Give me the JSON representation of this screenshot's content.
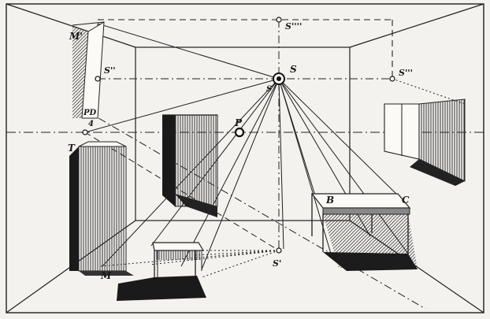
{
  "figure": {
    "labels": {
      "m_prime": "M'",
      "s4": "S''''",
      "s2": "S''",
      "s": "S",
      "s_sub": "S",
      "s3": "S'''",
      "pd": "PD",
      "four": "4",
      "p": "P",
      "t": "T",
      "b": "B",
      "c": "C",
      "m": "M",
      "s1": "S'"
    }
  }
}
